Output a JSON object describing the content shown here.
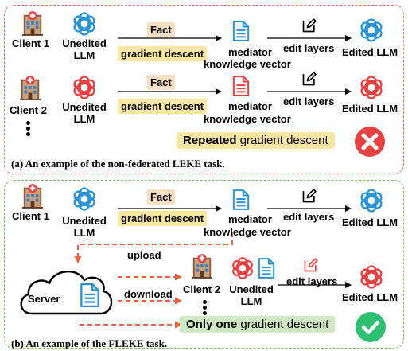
{
  "colors": {
    "top_border": "#e8705a",
    "bottom_border": "#7cbf5a",
    "fact_bg": "#f7dfc3",
    "gd_bg": "#f9e6a0",
    "blue": "#2a93d6",
    "red": "#e84141",
    "green": "#2fbf71",
    "orange": "#e8623f"
  },
  "icons": {
    "building": "hospital-building-icon",
    "llm": "openai-logo-icon",
    "doc": "document-icon",
    "edit": "pencil-edit-icon",
    "cloud": "cloud-icon",
    "cross": "cross-circle-icon",
    "check": "check-circle-icon"
  },
  "top": {
    "client1": "Client 1",
    "client2": "Client 2",
    "unedited_1": "Unedited",
    "unedited_2": "LLM",
    "fact": "Fact",
    "gradient_descent": "gradient descent",
    "mediator": "mediator",
    "knowledge_vector": "knowledge vector",
    "edit_layers": "edit layers",
    "edited_llm": "Edited LLM",
    "banner_bold": "Repeated",
    "banner_rest": " gradient descent",
    "caption": "(a) An example of the non-federated LEKE task."
  },
  "bottom": {
    "client1": "Client 1",
    "client2": "Client 2",
    "unedited_1": "Unedited",
    "unedited_2": "LLM",
    "fact": "Fact",
    "gradient_descent": "gradient descent",
    "mediator": "mediator",
    "knowledge_vector": "knowledge vector",
    "edit_layers": "edit layers",
    "edited_llm": "Edited LLM",
    "upload": "upload",
    "download": "download",
    "server": "Server",
    "banner_bold": "Only one",
    "banner_rest": " gradient descent",
    "caption": "(b) An example of the FLEKE task."
  }
}
